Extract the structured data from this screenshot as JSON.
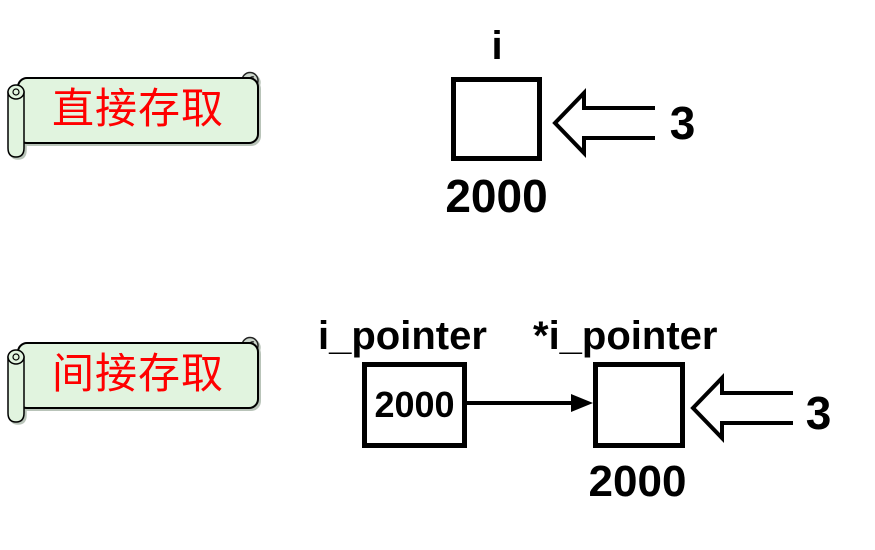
{
  "colors": {
    "banner_fill": "#e1f4df",
    "banner_curl_fill": "#ccd6cc",
    "banner_stroke": "#000000",
    "label_red": "#ff0000",
    "ink": "#000000"
  },
  "banners": {
    "direct": {
      "label": "直接存取"
    },
    "indirect": {
      "label": "间接存取"
    }
  },
  "direct": {
    "var_name": "i",
    "address": "2000",
    "value": "3"
  },
  "indirect": {
    "pointer_name": "i_pointer",
    "deref_name": "*i_pointer",
    "pointer_value": "2000",
    "address": "2000",
    "value": "3"
  }
}
